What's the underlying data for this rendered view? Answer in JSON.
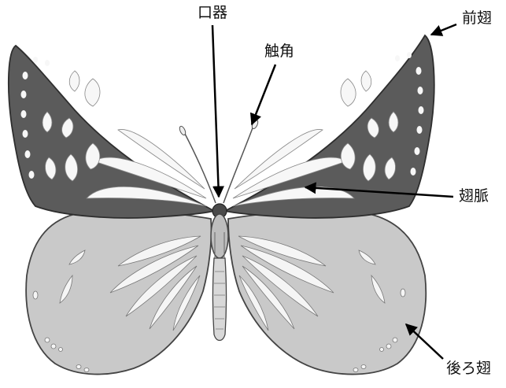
{
  "figure": {
    "subject": "butterfly",
    "labels": {
      "mouthparts": "口器",
      "antenna": "触角",
      "forewing": "前翅",
      "wing_vein": "翅脈",
      "hindwing": "後ろ翅"
    }
  },
  "colors": {
    "background": "#ffffff",
    "forewing": "#5b5b5b",
    "hindwing": "#c9c9c9",
    "membrane": "#f7f7f7",
    "outline": "#333333",
    "arrow": "#000000"
  }
}
